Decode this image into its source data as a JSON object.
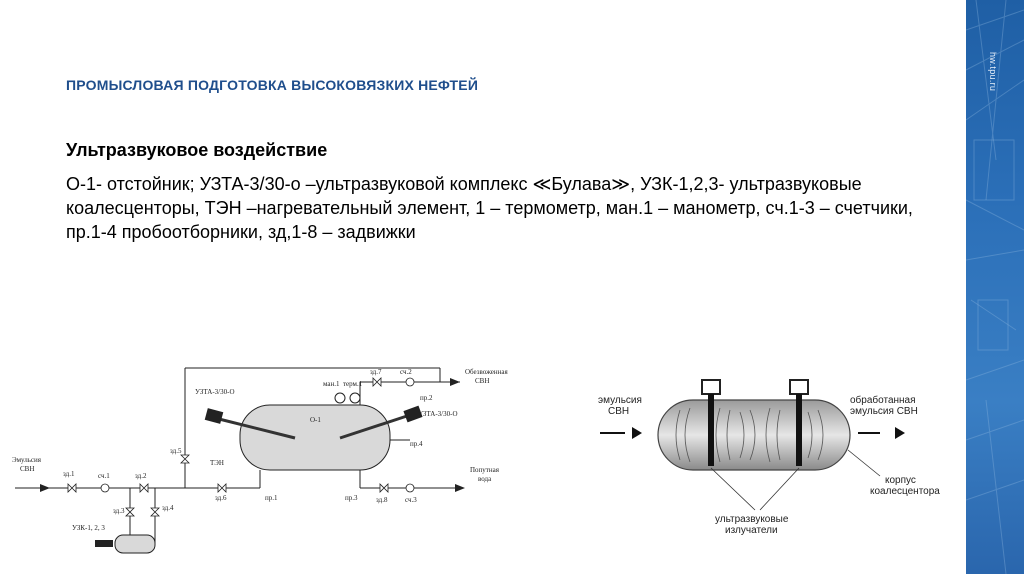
{
  "header": {
    "title": "ПРОМЫСЛОВАЯ ПОДГОТОВКА ВЫСОКОВЯЗКИХ НЕФТЕЙ"
  },
  "content": {
    "section_title": "Ультразвуковое воздействие",
    "description": "О-1- отстойник; УЗТА-3/30-о –ультразвуковой комплекс ≪Булава≫, УЗК-1,2,3- ультразвуковые коалесценторы, ТЭН –нагревательный элемент, 1 – термометр, ман.1 – манометр, сч.1-3 – счетчики, пр.1-4 пробоотборники, зд,1-8 – задвижки"
  },
  "sidebar": {
    "site": "hw.tpu.ru",
    "accent_color": "#2b6fb8"
  },
  "diagram_left": {
    "labels": {
      "inlet_1": "Эмульсия",
      "inlet_2": "СВН",
      "outlet_dry_1": "Обезвоженная",
      "outlet_dry_2": "СВН",
      "outlet_water_1": "Попутная",
      "outlet_water_2": "вода",
      "uzta_top": "УЗТА-3/30-О",
      "uzta_right": "УЗТА-3/30-О",
      "vessel": "О-1",
      "ten": "ТЭН",
      "man": "ман.1",
      "term": "терм.1",
      "zd1": "зд.1",
      "zd2": "зд.2",
      "zd3": "зд.3",
      "zd4": "зд.4",
      "zd5": "зд.5",
      "zd6": "зд.6",
      "zd7": "зд.7",
      "zd8": "зд.8",
      "sch1": "сч.1",
      "sch2": "сч.2",
      "sch3": "сч.3",
      "pr1": "пр.1",
      "pr2": "пр.2",
      "pr3": "пр.3",
      "pr4": "пр.4",
      "uzk": "УЗК-1, 2, 3"
    }
  },
  "diagram_right": {
    "labels": {
      "in_1": "эмульсия",
      "in_2": "СВН",
      "out_1": "обработанная",
      "out_2": "эмульсия СВН",
      "body_1": "корпус",
      "body_2": "коалесцентора",
      "emit_1": "ультразвуковые",
      "emit_2": "излучатели"
    }
  }
}
